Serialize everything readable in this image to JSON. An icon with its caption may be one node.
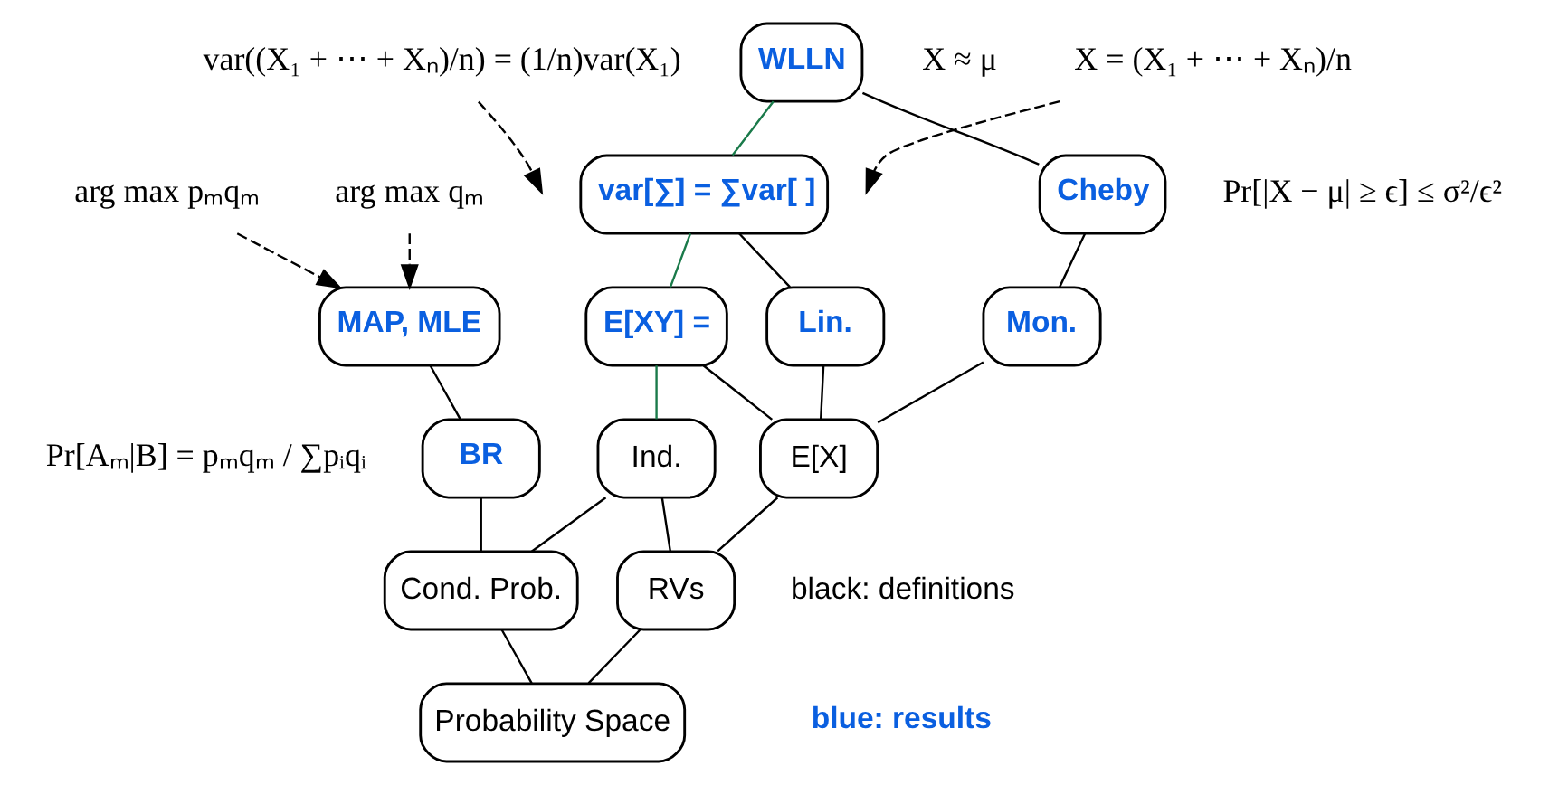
{
  "diagram": {
    "nodes": [
      {
        "text": [
          "WLLN"
        ],
        "beside": [
          "X ≈ μ"
        ]
      },
      {
        "text": [
          "var[∑] = ∑var[ ]"
        ]
      },
      {
        "text": [
          "Cheby"
        ],
        "beside": [
          "Pr[|X − μ| ≥ ϵ] ≤ σ²/ϵ²"
        ]
      },
      {
        "text": [
          "MAP, MLE"
        ]
      },
      {
        "text": [
          "E[XY] ="
        ]
      },
      {
        "text": [
          "Lin."
        ]
      },
      {
        "text": [
          "Mon."
        ]
      },
      {
        "text": [
          "BR"
        ],
        "beside": [
          "Pr[Aₘ|B] = pₘqₘ / ∑pᵢqᵢ"
        ]
      },
      {
        "text": [
          "Ind."
        ]
      },
      {
        "text": [
          "E[X]"
        ]
      },
      {
        "text": [
          "Cond. Prob."
        ]
      },
      {
        "text": [
          "RVs"
        ]
      },
      {
        "text": [
          "Probability Space"
        ]
      },
      {
        "text": [
          "var((X₁ + ⋯ + Xₙ)/n) = (1/n)var(X₁)"
        ]
      },
      {
        "text": [
          "X = (X₁ + ⋯ + Xₙ)/n"
        ]
      },
      {
        "text": [
          "arg max pₘqₘ"
        ]
      },
      {
        "text": [
          "arg max qₘ"
        ]
      }
    ],
    "edges": [
      {
        "from": 0,
        "to": 1,
        "arrow": "none",
        "color": "#1a7a4a"
      },
      {
        "from": 0,
        "to": 2,
        "arrow": "none"
      },
      {
        "from": 1,
        "to": 4,
        "arrow": "none",
        "color": "#1a7a4a"
      },
      {
        "from": 1,
        "to": 5,
        "arrow": "none"
      },
      {
        "from": 2,
        "to": 6,
        "arrow": "none"
      },
      {
        "from": 3,
        "to": 7,
        "arrow": "none"
      },
      {
        "from": 4,
        "to": 8,
        "arrow": "none",
        "color": "#1a7a4a"
      },
      {
        "from": 4,
        "to": 9,
        "arrow": "none"
      },
      {
        "from": 5,
        "to": 9,
        "arrow": "none"
      },
      {
        "from": 6,
        "to": 9,
        "arrow": "none"
      },
      {
        "from": 7,
        "to": 10,
        "arrow": "none"
      },
      {
        "from": 8,
        "to": 10,
        "arrow": "none"
      },
      {
        "from": 8,
        "to": 11,
        "arrow": "none"
      },
      {
        "from": 9,
        "to": 11,
        "arrow": "none"
      },
      {
        "from": 10,
        "to": 12,
        "arrow": "none"
      },
      {
        "from": 11,
        "to": 12,
        "arrow": "none"
      },
      {
        "from": 13,
        "to": null,
        "arrow": "to",
        "style": "dashed"
      },
      {
        "from": 14,
        "to": null,
        "arrow": "to",
        "style": "dashed"
      },
      {
        "from": 15,
        "to": 3,
        "arrow": "to",
        "style": "dashed"
      },
      {
        "from": 16,
        "to": 3,
        "arrow": "to",
        "style": "dashed"
      }
    ],
    "legend": [
      {
        "text": "black: definitions",
        "color": "#000000"
      },
      {
        "text": "blue: results",
        "color": "#0a5fe0"
      }
    ]
  }
}
